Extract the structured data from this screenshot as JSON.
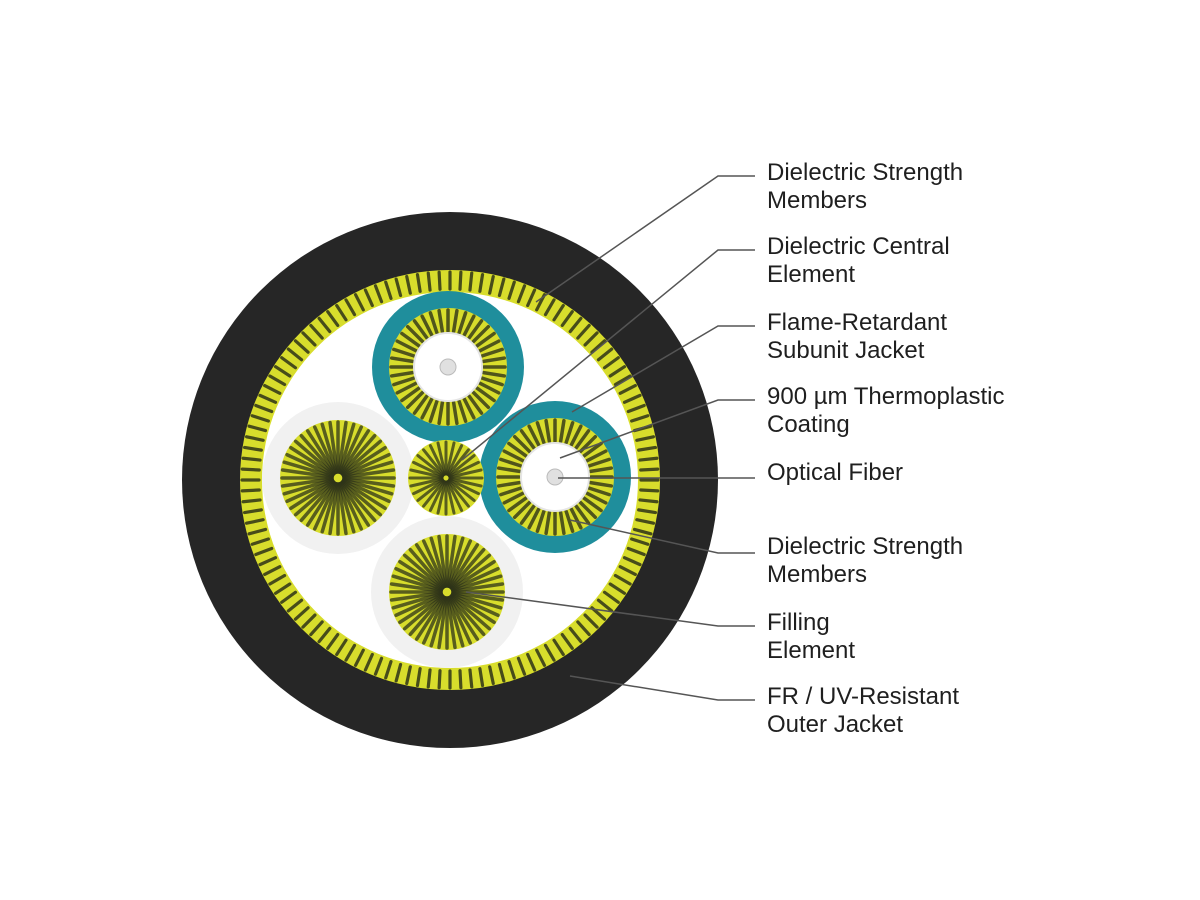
{
  "colors": {
    "outer_jacket": "#262626",
    "strength_dark": "#2e3318",
    "strength_light": "#d8dd2c",
    "subunit_jacket": "#1f8e9c",
    "filler_jacket": "#f1f1f1",
    "fiber": "#e0e0e0",
    "leader_line": "#555555",
    "label_text": "#1f1f1f"
  },
  "labels": [
    {
      "id": "dielectric-strength-members-outer",
      "lines": [
        "Dielectric Strength",
        "Members"
      ]
    },
    {
      "id": "dielectric-central-element",
      "lines": [
        "Dielectric Central",
        "Element"
      ]
    },
    {
      "id": "flame-retardant-subunit-jacket",
      "lines": [
        "Flame-Retardant",
        "Subunit Jacket"
      ]
    },
    {
      "id": "thermoplastic-coating",
      "lines": [
        "900 µm Thermoplastic",
        "Coating"
      ]
    },
    {
      "id": "optical-fiber",
      "lines": [
        "Optical Fiber"
      ]
    },
    {
      "id": "dielectric-strength-members-inner",
      "lines": [
        "Dielectric Strength",
        "Members"
      ]
    },
    {
      "id": "filling-element",
      "lines": [
        "Filling",
        "Element"
      ]
    },
    {
      "id": "outer-jacket",
      "lines": [
        "FR / UV-Resistant",
        "Outer Jacket"
      ]
    }
  ]
}
